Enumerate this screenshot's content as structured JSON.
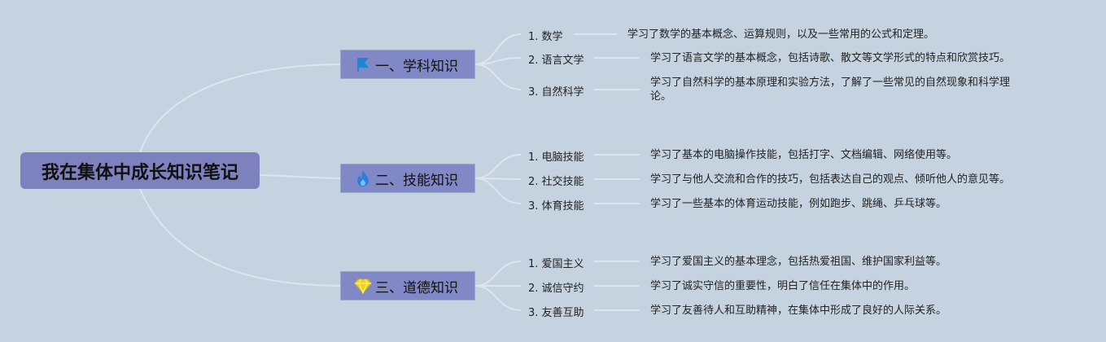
{
  "root": {
    "title": "我在集体中成长知识笔记"
  },
  "branches": [
    {
      "label": "一、学科知识",
      "icon": "flag-icon",
      "icon_color": "#1f86d6",
      "items": [
        {
          "label": "1. 数学",
          "desc": "学习了数学的基本概念、运算规则，以及一些常用的公式和定理。"
        },
        {
          "label": "2. 语言文学",
          "desc": "学习了语言文学的基本概念，包括诗歌、散文等文学形式的特点和欣赏技巧。"
        },
        {
          "label": "3. 自然科学",
          "desc_line1": "学习了自然科学的基本原理和实验方法，了解了一些常见的自然现象和科学理",
          "desc_line2": "论。"
        }
      ]
    },
    {
      "label": "二、技能知识",
      "icon": "flame-icon",
      "icon_color": "#2a7de1",
      "items": [
        {
          "label": "1. 电脑技能",
          "desc": "学习了基本的电脑操作技能，包括打字、文档编辑、网络使用等。"
        },
        {
          "label": "2. 社交技能",
          "desc": "学习了与他人交流和合作的技巧，包括表达自己的观点、倾听他人的意见等。"
        },
        {
          "label": "3. 体育技能",
          "desc": "学习了一些基本的体育运动技能，例如跑步、跳绳、乒乓球等。"
        }
      ]
    },
    {
      "label": "三、道德知识",
      "icon": "diamond-icon",
      "icon_color": "#f2d21b",
      "items": [
        {
          "label": "1. 爱国主义",
          "desc": "学习了爱国主义的基本理念，包括热爱祖国、维护国家利益等。"
        },
        {
          "label": "2. 诚信守约",
          "desc": "学习了诚实守信的重要性，明白了信任在集体中的作用。"
        },
        {
          "label": "3. 友善互助",
          "desc": "学习了友善待人和互助精神，在集体中形成了良好的人际关系。"
        }
      ]
    }
  ],
  "colors": {
    "background": "#c5d3e0",
    "node": "#7d82bf",
    "connector": "#dde6ee"
  }
}
